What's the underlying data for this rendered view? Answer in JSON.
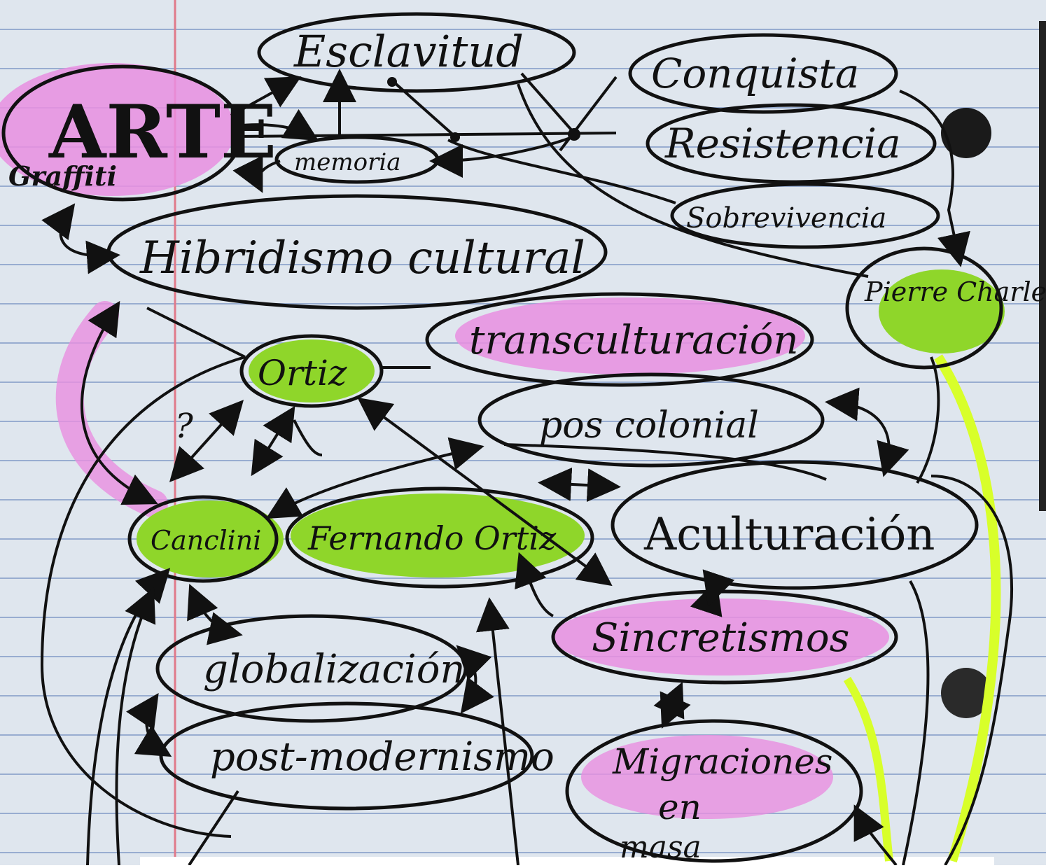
{
  "diagram": {
    "nodes": {
      "arte": "ARTE",
      "graffiti": "Graffiti",
      "esclavitud": "Esclavitud",
      "conquista": "Conquista",
      "memoria": "memoria",
      "resistencia": "Resistencia",
      "sobrevivencia": "Sobrevivencia",
      "hibridismo": "Hibridismo cultural",
      "pierre": "Pierre Charles",
      "ortiz": "Ortiz",
      "transculturacion": "transculturación",
      "poscolonial": "pos colonial",
      "canclini": "Canclini",
      "fernando": "Fernando Ortiz",
      "aculturacion": "Aculturación",
      "sincretismos": "Sincretismos",
      "globalizacion": "globalización",
      "postmodernismo": "post-modernismo",
      "migraciones_1": "Migraciones",
      "migraciones_2": "en",
      "migraciones_3": "masa",
      "question": "?"
    },
    "colors": {
      "paper": "#dfe6ee",
      "rule_line": "#5f7fb8",
      "margin_line": "#e07a8a",
      "ink": "#111111",
      "highlight_pink": "#e98ee0",
      "highlight_green": "#8fd62a",
      "highlight_yellow": "#d8ff2a"
    }
  }
}
